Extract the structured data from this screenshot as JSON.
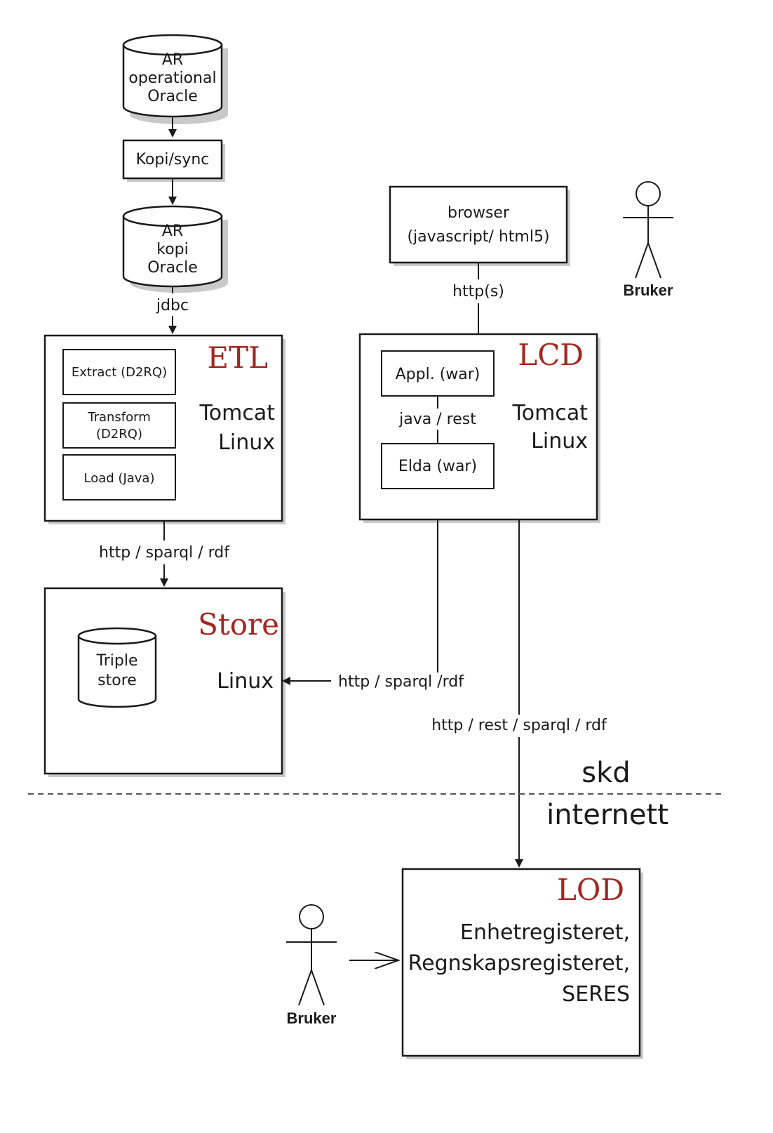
{
  "colors": {
    "accent_red": "#a3261f",
    "line": "#1a1a1a"
  },
  "db_ar_operational": [
    "AR",
    "operational",
    "Oracle"
  ],
  "kopi_sync": "Kopi/sync",
  "db_ar_kopi": [
    "AR",
    "kopi",
    "Oracle"
  ],
  "jdbc": "jdbc",
  "etl": {
    "title": "ETL",
    "extract": "Extract (D2RQ)",
    "transform": [
      "Transform",
      "(D2RQ)"
    ],
    "load": "Load (Java)",
    "platform": [
      "Tomcat",
      "Linux"
    ]
  },
  "etl_to_store": "http / sparql / rdf",
  "store": {
    "title": "Store",
    "triple_store": [
      "Triple",
      "store"
    ],
    "platform": "Linux"
  },
  "browser": [
    "browser",
    "(javascript/ html5)"
  ],
  "https": "http(s)",
  "lcd": {
    "title": "LCD",
    "appl": "Appl. (war)",
    "java_rest": "java / rest",
    "elda": "Elda (war)",
    "platform": [
      "Tomcat",
      "Linux"
    ]
  },
  "lcd_to_store": "http / sparql /rdf",
  "lcd_to_lod": "http / rest / sparql / rdf",
  "zone_skd": "skd",
  "zone_internet": "internett",
  "lod": {
    "title": "LOD",
    "lines": [
      "Enhetregisteret,",
      "Regnskapsregisteret,",
      "SERES"
    ]
  },
  "user_top": "Bruker",
  "user_bottom": "Bruker"
}
